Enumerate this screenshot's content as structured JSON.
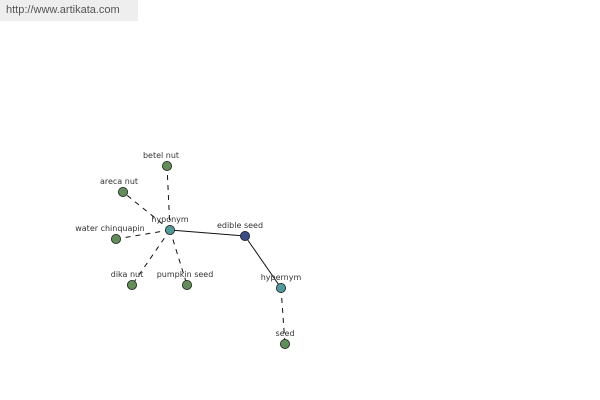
{
  "header": {
    "url": "http://www.artikata.com"
  },
  "graph": {
    "colors": {
      "leaf": "#5f8f57",
      "hub": "#4f9a9a",
      "center": "#3b4d88",
      "edge": "#111111",
      "label": "#333333"
    },
    "nodes": [
      {
        "id": "betel-nut",
        "label": "betel nut",
        "kind": "leaf"
      },
      {
        "id": "areca-nut",
        "label": "areca nut",
        "kind": "leaf"
      },
      {
        "id": "water-chinquapin",
        "label": "water chinquapin",
        "kind": "leaf"
      },
      {
        "id": "dika-nut",
        "label": "dika nut",
        "kind": "leaf"
      },
      {
        "id": "pumpkin-seed",
        "label": "pumpkin seed",
        "kind": "leaf"
      },
      {
        "id": "hyponym",
        "label": "hyponym",
        "kind": "hub"
      },
      {
        "id": "edible-seed",
        "label": "edible seed",
        "kind": "center"
      },
      {
        "id": "hypernym",
        "label": "hypernym",
        "kind": "hub"
      },
      {
        "id": "seed",
        "label": "seed",
        "kind": "leaf"
      }
    ],
    "edges": [
      {
        "from": "hyponym",
        "to": "betel-nut",
        "style": "dashed"
      },
      {
        "from": "hyponym",
        "to": "areca-nut",
        "style": "dashed"
      },
      {
        "from": "hyponym",
        "to": "water-chinquapin",
        "style": "dashed"
      },
      {
        "from": "hyponym",
        "to": "dika-nut",
        "style": "dashed"
      },
      {
        "from": "hyponym",
        "to": "pumpkin-seed",
        "style": "dashed"
      },
      {
        "from": "hyponym",
        "to": "edible-seed",
        "style": "solid"
      },
      {
        "from": "edible-seed",
        "to": "hypernym",
        "style": "solid"
      },
      {
        "from": "hypernym",
        "to": "seed",
        "style": "dashed"
      }
    ]
  }
}
